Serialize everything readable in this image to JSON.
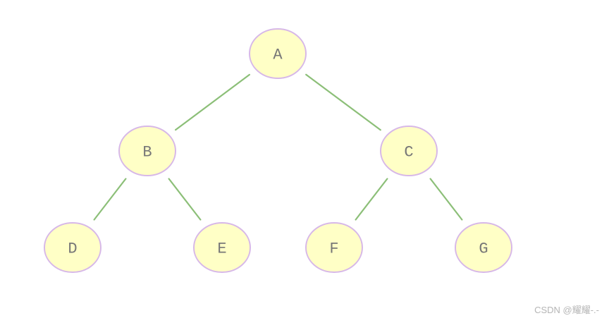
{
  "tree": {
    "nodes": [
      {
        "id": "A",
        "label": "A"
      },
      {
        "id": "B",
        "label": "B"
      },
      {
        "id": "C",
        "label": "C"
      },
      {
        "id": "D",
        "label": "D"
      },
      {
        "id": "E",
        "label": "E"
      },
      {
        "id": "F",
        "label": "F"
      },
      {
        "id": "G",
        "label": "G"
      }
    ],
    "edges": [
      {
        "from": "A",
        "to": "B"
      },
      {
        "from": "A",
        "to": "C"
      },
      {
        "from": "B",
        "to": "D"
      },
      {
        "from": "B",
        "to": "E"
      },
      {
        "from": "C",
        "to": "F"
      },
      {
        "from": "C",
        "to": "G"
      }
    ]
  },
  "colors": {
    "node_fill": "#ffffc6",
    "node_stroke": "#d7b8e8",
    "edge": "#8cbf78",
    "label": "#777777"
  },
  "watermark": {
    "text": "CSDN @耀耀-.-"
  }
}
